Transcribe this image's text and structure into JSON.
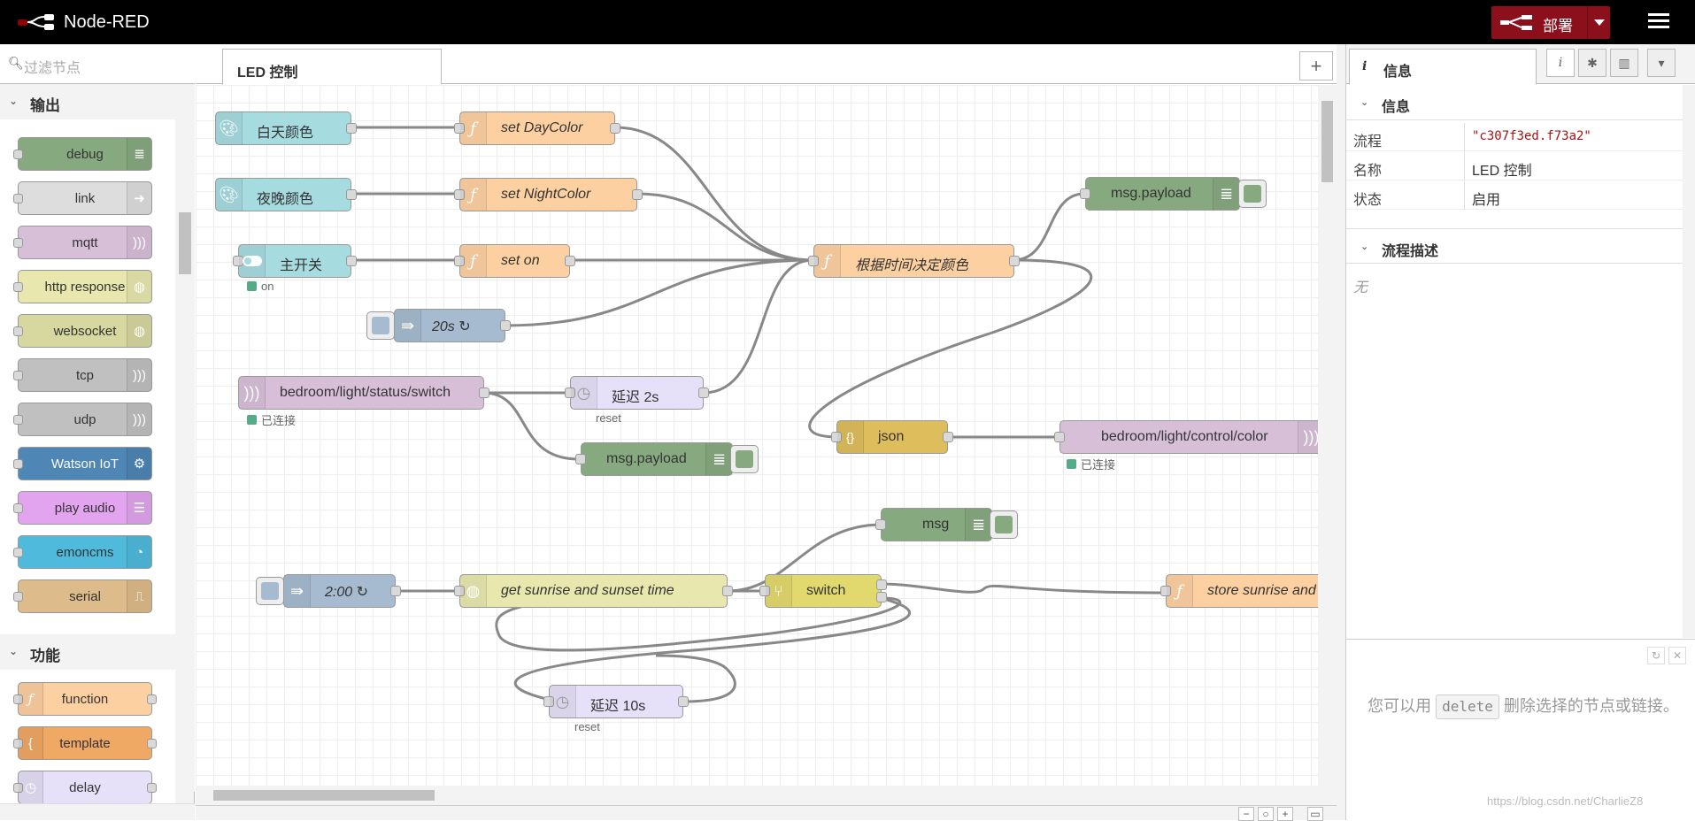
{
  "header": {
    "app_title": "Node-RED",
    "deploy_label": "部署"
  },
  "palette": {
    "search_placeholder": "过滤节点",
    "categories": [
      {
        "title": "输出",
        "nodes": [
          {
            "label": "debug",
            "color": "#87a980"
          },
          {
            "label": "link",
            "color": "#dddddd"
          },
          {
            "label": "mqtt",
            "color": "#d8bfd8"
          },
          {
            "label": "http response",
            "color": "#e7e7ae"
          },
          {
            "label": "websocket",
            "color": "#d7d7a0"
          },
          {
            "label": "tcp",
            "color": "#c0c0c0"
          },
          {
            "label": "udp",
            "color": "#c0c0c0"
          },
          {
            "label": "Watson IoT",
            "color": "#4e86b6"
          },
          {
            "label": "play audio",
            "color": "#e2a4ef"
          },
          {
            "label": "emoncms",
            "color": "#4fbadb"
          },
          {
            "label": "serial",
            "color": "#ddbb8a"
          }
        ]
      },
      {
        "title": "功能",
        "nodes": [
          {
            "label": "function",
            "color": "#fdd0a2"
          },
          {
            "label": "template",
            "color": "#f0a865"
          },
          {
            "label": "delay",
            "color": "#e6e0f8"
          }
        ]
      }
    ]
  },
  "workspace": {
    "tab_label": "LED 控制",
    "nodes": {
      "day_color": "白天颜色",
      "night_color": "夜晚颜色",
      "main_switch": "主开关",
      "main_switch_status": "on",
      "inject_20s": "20s ↻",
      "mqtt_in": "bedroom/light/status/switch",
      "mqtt_in_status": "已连接",
      "set_day": "set DayColor",
      "set_night": "set NightColor",
      "set_on": "set on",
      "delay_2s": "延迟 2s",
      "delay_2s_sub": "reset",
      "debug_mid": "msg.payload",
      "decide": "根据时间决定颜色",
      "debug_top": "msg.payload",
      "json": "json",
      "mqtt_out": "bedroom/light/control/color",
      "mqtt_out_status": "已连接",
      "inject_200": "2:00 ↻",
      "http_get": "get sunrise and sunset time",
      "switch": "switch",
      "msg": "msg",
      "store": "store sunrise and sunset time",
      "delay_10s": "延迟 10s",
      "delay_10s_sub": "reset"
    }
  },
  "sidebar": {
    "tab_label": "信息",
    "info_section": "信息",
    "props": [
      {
        "key": "流程",
        "value": "\"c307f3ed.f73a2\""
      },
      {
        "key": "名称",
        "value": "LED 控制"
      },
      {
        "key": "状态",
        "value": "启用"
      }
    ],
    "desc_section": "流程描述",
    "desc_value": "无",
    "help_before": "您可以用",
    "help_key": "delete",
    "help_after": "删除选择的节点或链接。"
  },
  "watermark": "https://blog.csdn.net/CharlieZ8"
}
